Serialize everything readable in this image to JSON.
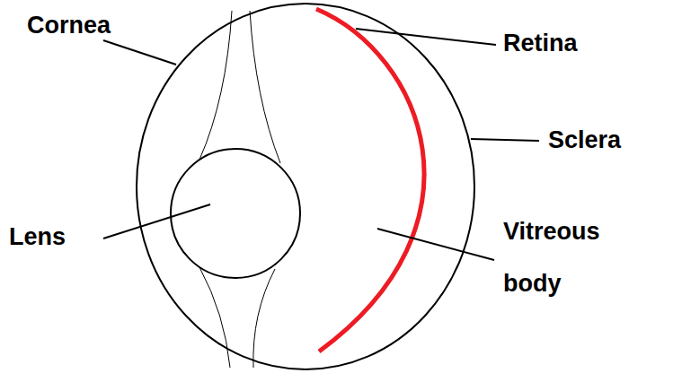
{
  "diagram": {
    "labels": [
      "Cornea",
      "Retina",
      "Sclera",
      "Lens",
      "Vitreous body"
    ]
  }
}
